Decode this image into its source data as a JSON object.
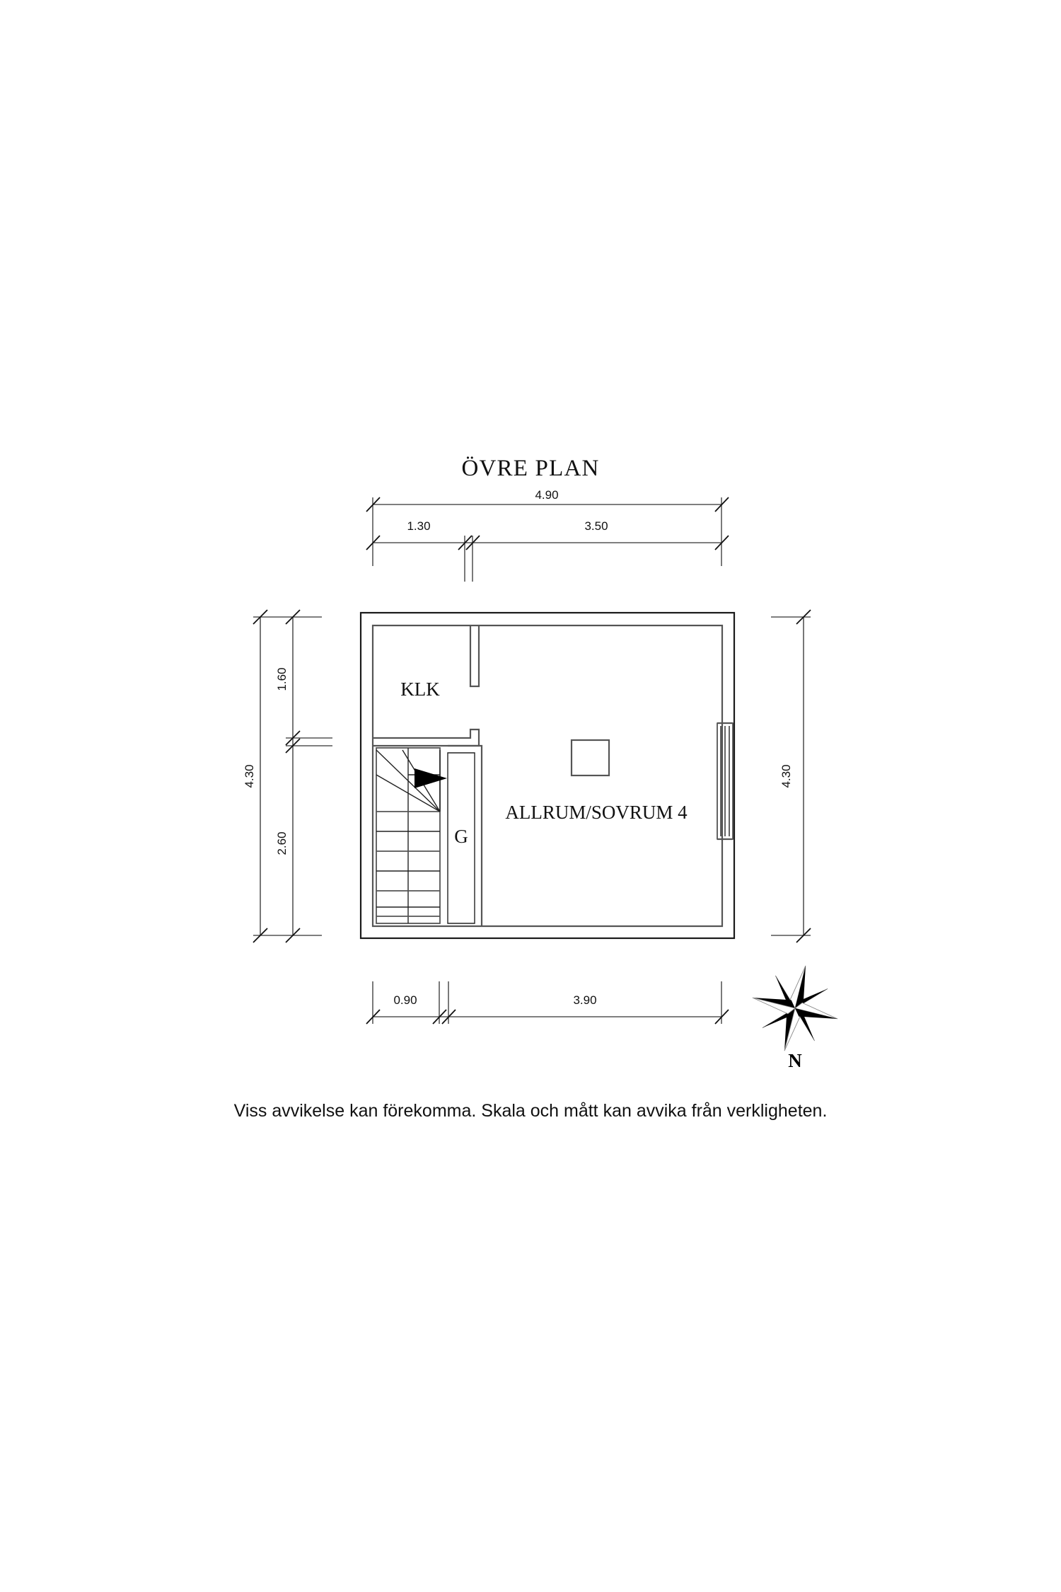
{
  "document": {
    "title": "ÖVRE PLAN",
    "caption": "Viss avvikelse kan förekomma. Skala och mått kan avvika från verkligheten."
  },
  "rooms": [
    {
      "id": "klk",
      "label": "KLK"
    },
    {
      "id": "allrum",
      "label": "ALLRUM/SOVRUM 4"
    },
    {
      "id": "g",
      "label": "G"
    }
  ],
  "dimensions": {
    "top_overall": "4.90",
    "top_left_segment": "1.30",
    "top_right_segment": "3.50",
    "left_overall": "4.30",
    "left_upper_segment": "1.60",
    "left_lower_segment": "2.60",
    "right_overall": "4.30",
    "bottom_left_segment": "0.90",
    "bottom_right_segment": "3.90"
  },
  "compass": {
    "label": "N",
    "icon": "compass-rose-icon"
  },
  "colors": {
    "wall": "#1a1a1a",
    "inner_wall": "#555555",
    "dimension": "#555555",
    "text": "#111111",
    "background": "#ffffff"
  }
}
